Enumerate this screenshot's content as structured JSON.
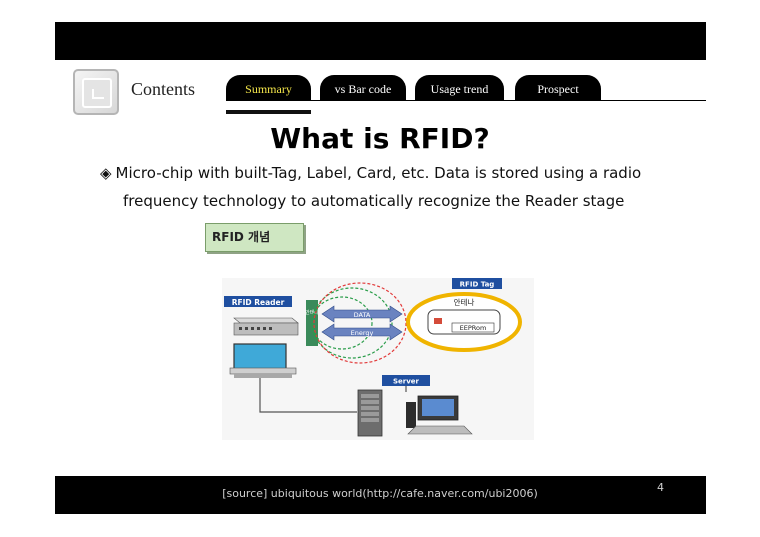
{
  "header": {
    "section_label": "Contents",
    "tabs": [
      {
        "label": "Summary",
        "active": true
      },
      {
        "label": "vs Bar code",
        "active": false
      },
      {
        "label": "Usage trend",
        "active": false
      },
      {
        "label": "Prospect",
        "active": false
      }
    ]
  },
  "slide": {
    "title": "What is RFID?",
    "bullet_line1": "Micro-chip with built-Tag, Label, Card, etc. Data is stored using a radio",
    "bullet_line2": "frequency technology to automatically recognize the Reader stage",
    "concept_button": "RFID 개념"
  },
  "diagram": {
    "reader_label": "RFID Reader",
    "tag_label": "RFID Tag",
    "antenna_label": "안테나",
    "chip_label": "EEPRom",
    "data_label": "DATA",
    "energy_label": "Energy",
    "side_antenna_label": "안테나",
    "server_label": "Server"
  },
  "footer": {
    "source": "[source] ubiquitous world(http://cafe.naver.com/ubi2006)",
    "page_number": "4"
  },
  "colors": {
    "bar": "#000000",
    "active_tab_text": "#f4e64a",
    "concept_button_bg": "#cfe7c2",
    "label_blue": "#1f4fa0",
    "tag_ring": "#f0b400"
  },
  "icons": [
    "contents-logo-icon",
    "bullet-diamond-icon",
    "reader-device-icon",
    "monitor-icon",
    "server-tower-icon",
    "workstation-icon"
  ]
}
